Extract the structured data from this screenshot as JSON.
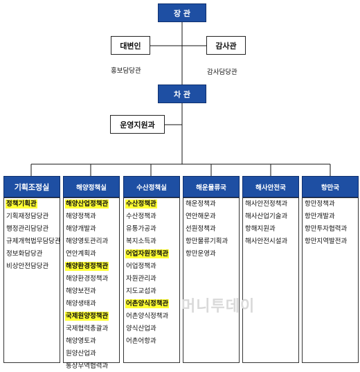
{
  "top": {
    "minister": "장 관",
    "vice_minister": "차 관"
  },
  "side_units": {
    "spokesperson": "대변인",
    "public_relations": "홍보담당관",
    "inspector": "감사관",
    "audit_officer": "감사담당관",
    "operations_support": "운영지원과"
  },
  "departments": [
    {
      "title": "기획조정실",
      "items": [
        {
          "label": "정책기획관",
          "head": true
        },
        {
          "label": "기획재정담당관",
          "head": false
        },
        {
          "label": "행정관리담당관",
          "head": false
        },
        {
          "label": "규제개혁법무담당관",
          "head": false
        },
        {
          "label": "정보화담당관",
          "head": false
        },
        {
          "label": "비상안전담당관",
          "head": false
        }
      ]
    },
    {
      "title": "해양정책실",
      "items": [
        {
          "label": "해양산업정책관",
          "head": true
        },
        {
          "label": "해양정책과",
          "head": false
        },
        {
          "label": "해양개발과",
          "head": false
        },
        {
          "label": "해양영토관리과",
          "head": false
        },
        {
          "label": "연안계획과",
          "head": false
        },
        {
          "label": "해양환경정책관",
          "head": true
        },
        {
          "label": "해양환경정책과",
          "head": false
        },
        {
          "label": "해양보전과",
          "head": false
        },
        {
          "label": "해양생태과",
          "head": false
        },
        {
          "label": "국제원양정책관",
          "head": true
        },
        {
          "label": "국제협력총괄과",
          "head": false
        },
        {
          "label": "해양영토과",
          "head": false
        },
        {
          "label": "원양산업과",
          "head": false
        },
        {
          "label": "통상무역협력과",
          "head": false
        }
      ]
    },
    {
      "title": "수산정책실",
      "items": [
        {
          "label": "수산정책관",
          "head": true
        },
        {
          "label": "수산정책과",
          "head": false
        },
        {
          "label": "유통가공과",
          "head": false
        },
        {
          "label": "복지소득과",
          "head": false
        },
        {
          "label": "어업자원정책관",
          "head": true
        },
        {
          "label": "어업정책과",
          "head": false
        },
        {
          "label": "자원관리과",
          "head": false
        },
        {
          "label": "지도교섭과",
          "head": false
        },
        {
          "label": "어촌양식정책관",
          "head": true
        },
        {
          "label": "어촌양식정책과",
          "head": false
        },
        {
          "label": "양식산업과",
          "head": false
        },
        {
          "label": "어촌어항과",
          "head": false
        }
      ]
    },
    {
      "title": "해운물류국",
      "items": [
        {
          "label": "해운정책과",
          "head": false
        },
        {
          "label": "연안해운과",
          "head": false
        },
        {
          "label": "선원정책과",
          "head": false
        },
        {
          "label": "항만물류기획과",
          "head": false
        },
        {
          "label": "항만운영과",
          "head": false
        }
      ]
    },
    {
      "title": "해사안전국",
      "items": [
        {
          "label": "해사안전정책과",
          "head": false
        },
        {
          "label": "해사산업기술과",
          "head": false
        },
        {
          "label": "항해지원과",
          "head": false
        },
        {
          "label": "해사안전시설과",
          "head": false
        }
      ]
    },
    {
      "title": "항만국",
      "items": [
        {
          "label": "항만정책과",
          "head": false
        },
        {
          "label": "항만개발과",
          "head": false
        },
        {
          "label": "항만투자협력과",
          "head": false
        },
        {
          "label": "항만지역발전과",
          "head": false
        }
      ]
    }
  ],
  "watermark": "머니투데이",
  "colors": {
    "header_blue": "#1e4fa3",
    "highlight": "#ffff33",
    "line": "#111111"
  }
}
